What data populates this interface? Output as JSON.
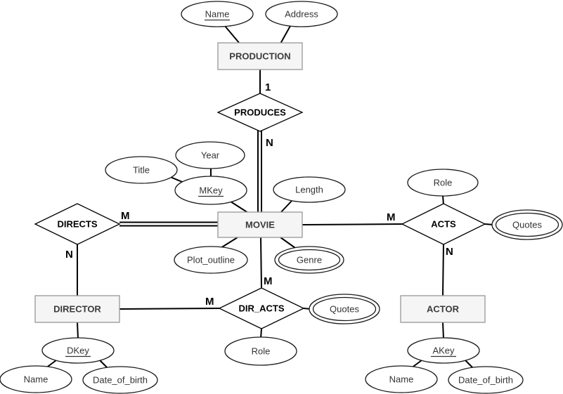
{
  "diagram_type": "entity-relationship",
  "colors": {
    "entity_fill": "#f5f5f5",
    "entity_border": "#9e9e9e",
    "shape_stroke": "#000000",
    "line": "#000000",
    "entity_text": "#3b3b3b",
    "background": "#ffffff"
  },
  "entities": {
    "production": "PRODUCTION",
    "movie": "MOVIE",
    "director": "DIRECTOR",
    "actor": "ACTOR"
  },
  "relationships": {
    "produces": "PRODUCES",
    "directs": "DIRECTS",
    "acts": "ACTS",
    "dir_acts": "DIR_ACTS"
  },
  "attributes": {
    "prod_name": {
      "label": "Name",
      "key": true,
      "multivalued": false
    },
    "prod_address": {
      "label": "Address",
      "key": false,
      "multivalued": false
    },
    "title": {
      "label": "Title",
      "key": false,
      "multivalued": false
    },
    "year": {
      "label": "Year",
      "key": false,
      "multivalued": false
    },
    "mkey": {
      "label": "MKey",
      "key": true,
      "multivalued": false
    },
    "length": {
      "label": "Length",
      "key": false,
      "multivalued": false
    },
    "plot_outline": {
      "label": "Plot_outline",
      "key": false,
      "multivalued": false
    },
    "genre": {
      "label": "Genre",
      "key": false,
      "multivalued": true
    },
    "acts_role": {
      "label": "Role",
      "key": false,
      "multivalued": false
    },
    "acts_quotes": {
      "label": "Quotes",
      "key": false,
      "multivalued": true
    },
    "dir_acts_quotes": {
      "label": "Quotes",
      "key": false,
      "multivalued": true
    },
    "dir_acts_role": {
      "label": "Role",
      "key": false,
      "multivalued": false
    },
    "dkey": {
      "label": "DKey",
      "key": true,
      "multivalued": false
    },
    "dir_name": {
      "label": "Name",
      "key": false,
      "multivalued": false
    },
    "dir_dob": {
      "label": "Date_of_birth",
      "key": false,
      "multivalued": false
    },
    "akey": {
      "label": "AKey",
      "key": true,
      "multivalued": false
    },
    "actor_name": {
      "label": "Name",
      "key": false,
      "multivalued": false
    },
    "actor_dob": {
      "label": "Date_of_birth",
      "key": false,
      "multivalued": false
    }
  },
  "cardinalities": {
    "produces_production": "1",
    "produces_movie": "N",
    "directs_movie": "M",
    "directs_director": "N",
    "acts_movie": "M",
    "acts_actor": "N",
    "dir_acts_movie": "M",
    "dir_acts_director": "M"
  }
}
